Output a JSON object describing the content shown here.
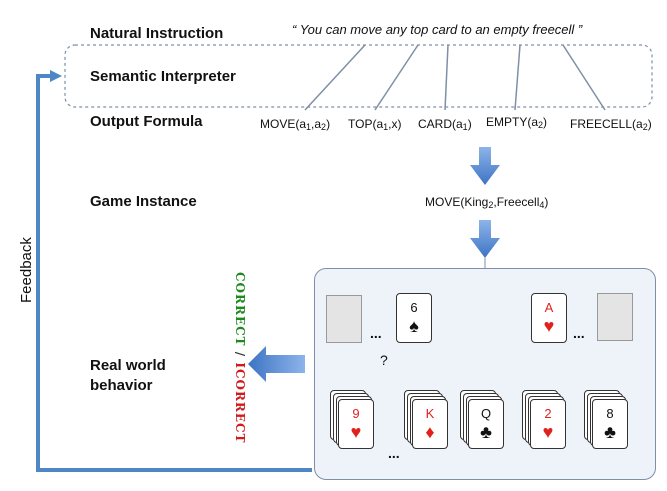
{
  "labels": {
    "natural_instruction": "Natural Instruction",
    "semantic_interpreter": "Semantic Interpreter",
    "output_formula": "Output Formula",
    "game_instance": "Game Instance",
    "real_world": "Real world",
    "behavior": "behavior",
    "feedback": "Feedback"
  },
  "instruction_quote": "“ You can move any top card to an empty freecell ”",
  "formula": {
    "move": "MOVE(a1,a2)",
    "top": "TOP(a1,x)",
    "card": "CARD(a1)",
    "empty": "EMPTY(a2)",
    "freecell": "FREECELL(a2)"
  },
  "game_instance_formula": "MOVE(King2,Freecell4)",
  "verdict": {
    "correct": "CORRECT",
    "slash": "/",
    "incorrect": "ICORRECT"
  },
  "freecells": [
    {
      "rank": "6",
      "suit": "♠",
      "color": "black"
    },
    {
      "rank": "A",
      "suit": "♥",
      "color": "red"
    }
  ],
  "tableau": [
    {
      "rank": "9",
      "suit": "♥",
      "color": "red"
    },
    {
      "rank": "K",
      "suit": "♦",
      "color": "red"
    },
    {
      "rank": "Q",
      "suit": "♣",
      "color": "black"
    },
    {
      "rank": "2",
      "suit": "♥",
      "color": "red"
    },
    {
      "rank": "8",
      "suit": "♣",
      "color": "black"
    }
  ],
  "ellipsis": "...",
  "question_mark": "?",
  "colors": {
    "arrow_blue": "#5b8fd6",
    "correct_green": "#1e8a1e",
    "incorrect_red": "#d11a1a",
    "feedback_line": "#4f86c6"
  }
}
